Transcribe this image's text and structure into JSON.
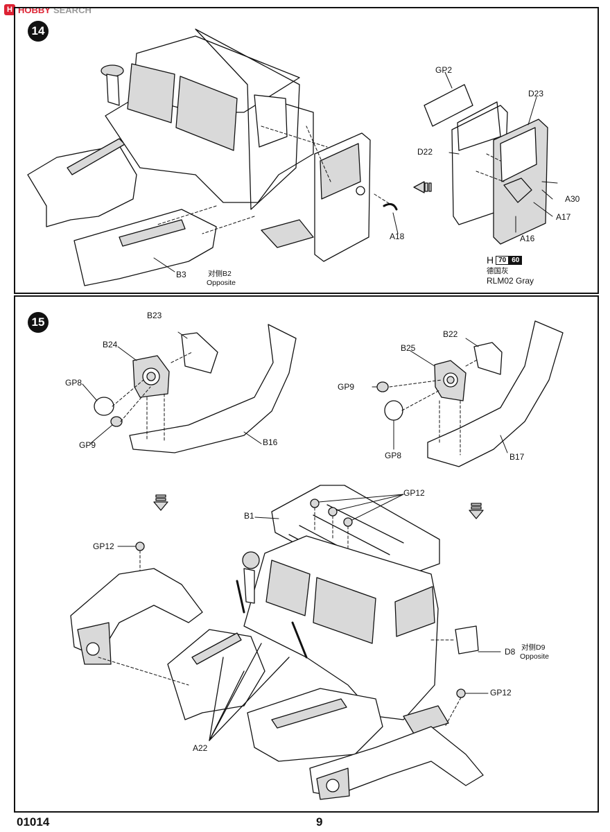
{
  "watermark": {
    "icon_letter": "H",
    "brand": "HOBBY",
    "suffix": "SEARCH"
  },
  "footer": {
    "product_code": "01014",
    "page_number": "9"
  },
  "step14": {
    "number": "14",
    "labels": {
      "gp2": "GP2",
      "d23": "D23",
      "d22": "D22",
      "a30": "A30",
      "a17": "A17",
      "a16": "A16",
      "a18": "A18",
      "b3": "B3",
      "opposite_cn": "对侧B2",
      "opposite_en": "Opposite"
    },
    "paint": {
      "letter": "H",
      "code1": "70",
      "code2": "60",
      "name_cn": "德国灰",
      "name_en": "RLM02 Gray"
    }
  },
  "step15": {
    "number": "15",
    "labels": {
      "b23": "B23",
      "b24": "B24",
      "gp8_left": "GP8",
      "gp9_left": "GP9",
      "b16": "B16",
      "b22": "B22",
      "b25": "B25",
      "gp9_right": "GP9",
      "gp8_right": "GP8",
      "b17": "B17",
      "gp12_top": "GP12",
      "b1": "B1",
      "gp12_left": "GP12",
      "d8": "D8",
      "opposite_cn": "对侧D9",
      "opposite_en": "Opposite",
      "gp12_right": "GP12",
      "a22": "A22"
    }
  }
}
